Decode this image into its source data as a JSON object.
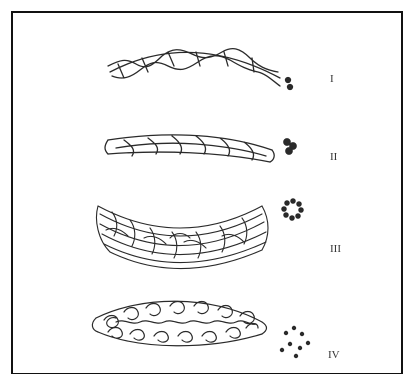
{
  "figure": {
    "labels": [
      "I",
      "II",
      "III",
      "IV"
    ],
    "ink_color": "#2a2a2a",
    "frame_color": "#111111",
    "background": "#ffffff"
  }
}
